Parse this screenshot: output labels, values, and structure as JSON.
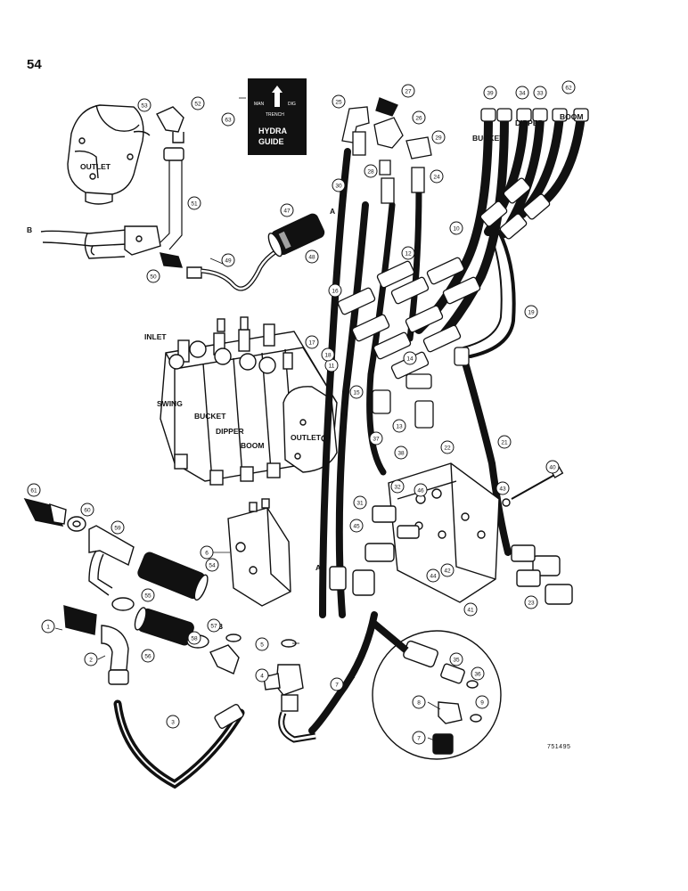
{
  "page_number": "54",
  "drawing_id": "751495",
  "logo": {
    "line1_left": "MAN",
    "line1_right": "DIG",
    "line2": "TRENCH",
    "title_line1": "HYDRA",
    "title_line2": "GUIDE"
  },
  "labels": {
    "outlet_top": "OUTLET",
    "outlet_valve": "OUTLET",
    "inlet": "INLET",
    "swing": "SWING",
    "bucket_valve": "BUCKET",
    "dipper_valve": "DIPPER",
    "boom_valve": "BOOM",
    "bucket_hose": "BUCKET",
    "dipper_hose": "DIPPER",
    "boom_hose": "BOOM",
    "ref_b_left": "B",
    "ref_a_top": "A",
    "ref_a_lower": "A",
    "ref_b_lower": "B"
  },
  "callouts": [
    {
      "id": "c1",
      "text": "1"
    },
    {
      "id": "c2",
      "text": "2"
    },
    {
      "id": "c3",
      "text": "3"
    },
    {
      "id": "c4",
      "text": "4"
    },
    {
      "id": "c5",
      "text": "5"
    },
    {
      "id": "c6",
      "text": "6"
    },
    {
      "id": "c7",
      "text": "7"
    },
    {
      "id": "c7b",
      "text": "7"
    },
    {
      "id": "c8",
      "text": "8"
    },
    {
      "id": "c9",
      "text": "9"
    },
    {
      "id": "c10",
      "text": "10"
    },
    {
      "id": "c11",
      "text": "11"
    },
    {
      "id": "c12",
      "text": "12"
    },
    {
      "id": "c13",
      "text": "13"
    },
    {
      "id": "c14",
      "text": "14"
    },
    {
      "id": "c15",
      "text": "15"
    },
    {
      "id": "c16",
      "text": "16"
    },
    {
      "id": "c17",
      "text": "17"
    },
    {
      "id": "c18",
      "text": "18"
    },
    {
      "id": "c19",
      "text": "19"
    },
    {
      "id": "c21",
      "text": "21"
    },
    {
      "id": "c22",
      "text": "22"
    },
    {
      "id": "c23",
      "text": "23"
    },
    {
      "id": "c24",
      "text": "24"
    },
    {
      "id": "c25",
      "text": "25"
    },
    {
      "id": "c26",
      "text": "26"
    },
    {
      "id": "c27",
      "text": "27"
    },
    {
      "id": "c28",
      "text": "28"
    },
    {
      "id": "c29",
      "text": "29"
    },
    {
      "id": "c30",
      "text": "30"
    },
    {
      "id": "c31",
      "text": "31"
    },
    {
      "id": "c32",
      "text": "32"
    },
    {
      "id": "c33",
      "text": "33"
    },
    {
      "id": "c34",
      "text": "34"
    },
    {
      "id": "c35",
      "text": "35"
    },
    {
      "id": "c36",
      "text": "36"
    },
    {
      "id": "c37",
      "text": "37"
    },
    {
      "id": "c38",
      "text": "38"
    },
    {
      "id": "c39",
      "text": "39"
    },
    {
      "id": "c40",
      "text": "40"
    },
    {
      "id": "c41",
      "text": "41"
    },
    {
      "id": "c42",
      "text": "42"
    },
    {
      "id": "c43",
      "text": "43"
    },
    {
      "id": "c44",
      "text": "44"
    },
    {
      "id": "c45",
      "text": "45"
    },
    {
      "id": "c46",
      "text": "46"
    },
    {
      "id": "c47",
      "text": "47"
    },
    {
      "id": "c48",
      "text": "48"
    },
    {
      "id": "c49",
      "text": "49"
    },
    {
      "id": "c50",
      "text": "50"
    },
    {
      "id": "c51",
      "text": "51"
    },
    {
      "id": "c52",
      "text": "52"
    },
    {
      "id": "c53",
      "text": "53"
    },
    {
      "id": "c54",
      "text": "54"
    },
    {
      "id": "c55",
      "text": "55"
    },
    {
      "id": "c56",
      "text": "56"
    },
    {
      "id": "c57",
      "text": "57"
    },
    {
      "id": "c58",
      "text": "58"
    },
    {
      "id": "c59",
      "text": "59"
    },
    {
      "id": "c60",
      "text": "60"
    },
    {
      "id": "c61",
      "text": "61"
    },
    {
      "id": "c62",
      "text": "62"
    },
    {
      "id": "c63",
      "text": "63"
    }
  ]
}
